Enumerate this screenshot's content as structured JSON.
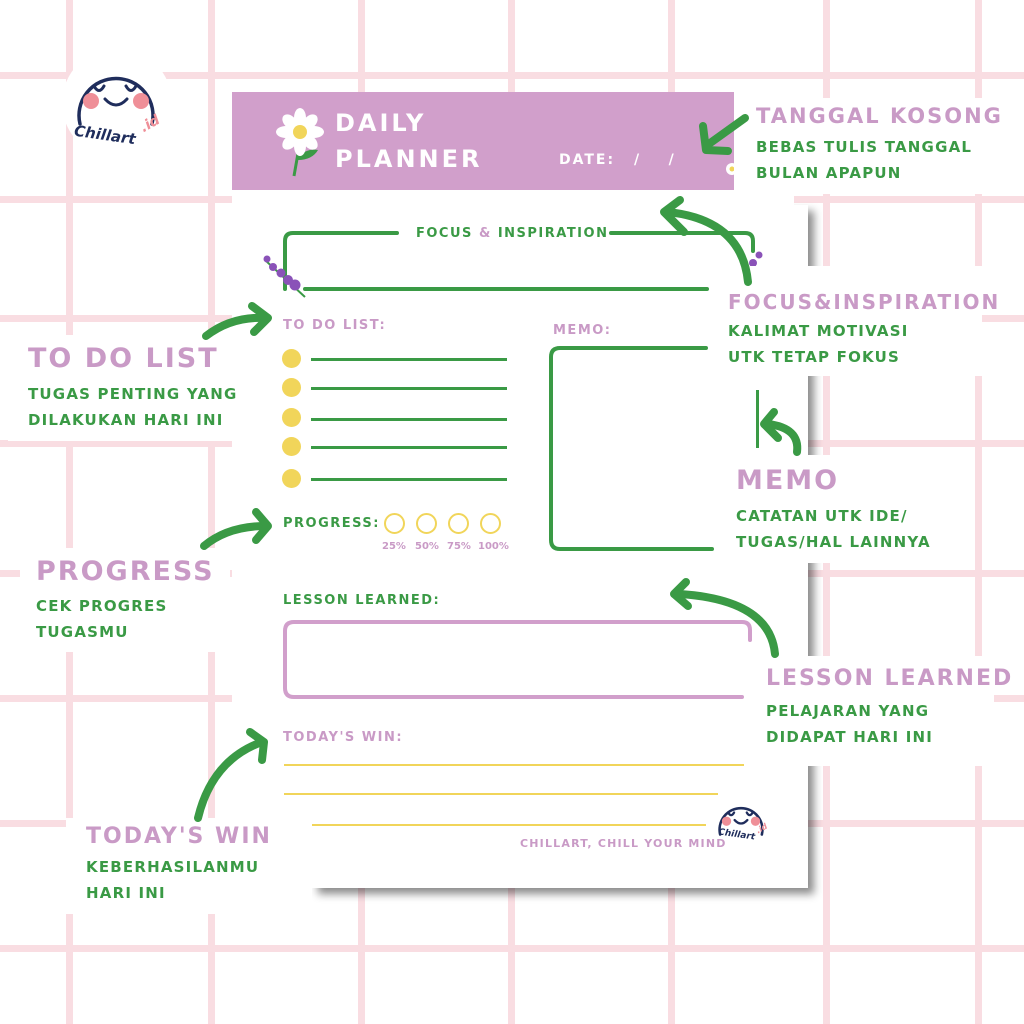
{
  "brand": {
    "logo_name": "Chillart",
    "logo_suffix": ".id",
    "tagline": "CHILLART, CHILL YOUR MIND"
  },
  "colors": {
    "header_purple": "#d19fcb",
    "accent_green": "#3a9a45",
    "label_purple": "#c99ac6",
    "dot_yellow": "#f1d55a",
    "grid_pink": "#f9dde2",
    "logo_navy": "#1f2d5c",
    "cheek_pink": "#ef8f98"
  },
  "planner": {
    "title_line1": "DAILY",
    "title_line2": "PLANNER",
    "date_label": "DATE:",
    "date_separators": "/    /",
    "focus_label_a": "FOCUS",
    "focus_amp": "&",
    "focus_label_b": "INSPIRATION",
    "todo_label": "TO DO LIST:",
    "todo_items": [
      "",
      "",
      "",
      "",
      ""
    ],
    "progress_label": "PROGRESS:",
    "progress_steps": [
      "25%",
      "50%",
      "75%",
      "100%"
    ],
    "memo_label": "MEMO:",
    "lesson_label": "LESSON LEARNED:",
    "win_label": "TODAY'S WIN:",
    "win_lines": [
      "",
      "",
      ""
    ]
  },
  "annotations": {
    "date": {
      "title": "TANGGAL KOSONG",
      "desc_1": "BEBAS TULIS TANGGAL",
      "desc_2": "BULAN APAPUN"
    },
    "focus": {
      "title": "FOCUS&INSPIRATION",
      "desc_1": "KALIMAT MOTIVASI",
      "desc_2": "UTK TETAP FOKUS"
    },
    "todo": {
      "title": "TO DO LIST",
      "desc_1": "TUGAS PENTING YANG",
      "desc_2": "DILAKUKAN HARI INI"
    },
    "memo": {
      "title": "MEMO",
      "desc_1": "CATATAN UTK IDE/",
      "desc_2": "TUGAS/HAL LAINNYA"
    },
    "progress": {
      "title": "PROGRESS",
      "desc_1": "CEK PROGRES",
      "desc_2": "TUGASMU"
    },
    "lesson": {
      "title": "LESSON LEARNED",
      "desc_1": "PELAJARAN YANG",
      "desc_2": "DIDAPAT HARI INI"
    },
    "win": {
      "title": "TODAY'S WIN",
      "desc_1": "KEBERHASILANMU",
      "desc_2": "HARI INI"
    }
  }
}
